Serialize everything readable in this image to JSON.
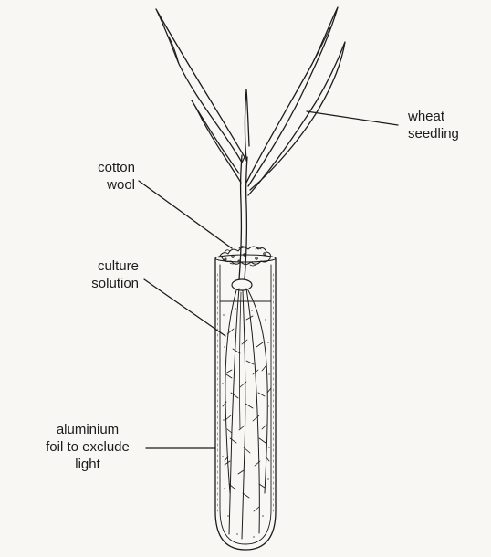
{
  "labels": {
    "wheat_seedling": [
      "wheat",
      "seedling"
    ],
    "cotton_wool": [
      "cotton",
      "wool"
    ],
    "culture_solution": [
      "culture",
      "solution"
    ],
    "aluminium_foil": [
      "aluminium",
      "foil to exclude",
      "light"
    ]
  },
  "colors": {
    "ink": "#1c1c1c",
    "paper": "#f8f7f4",
    "foil_band": "#9a9a9a"
  }
}
